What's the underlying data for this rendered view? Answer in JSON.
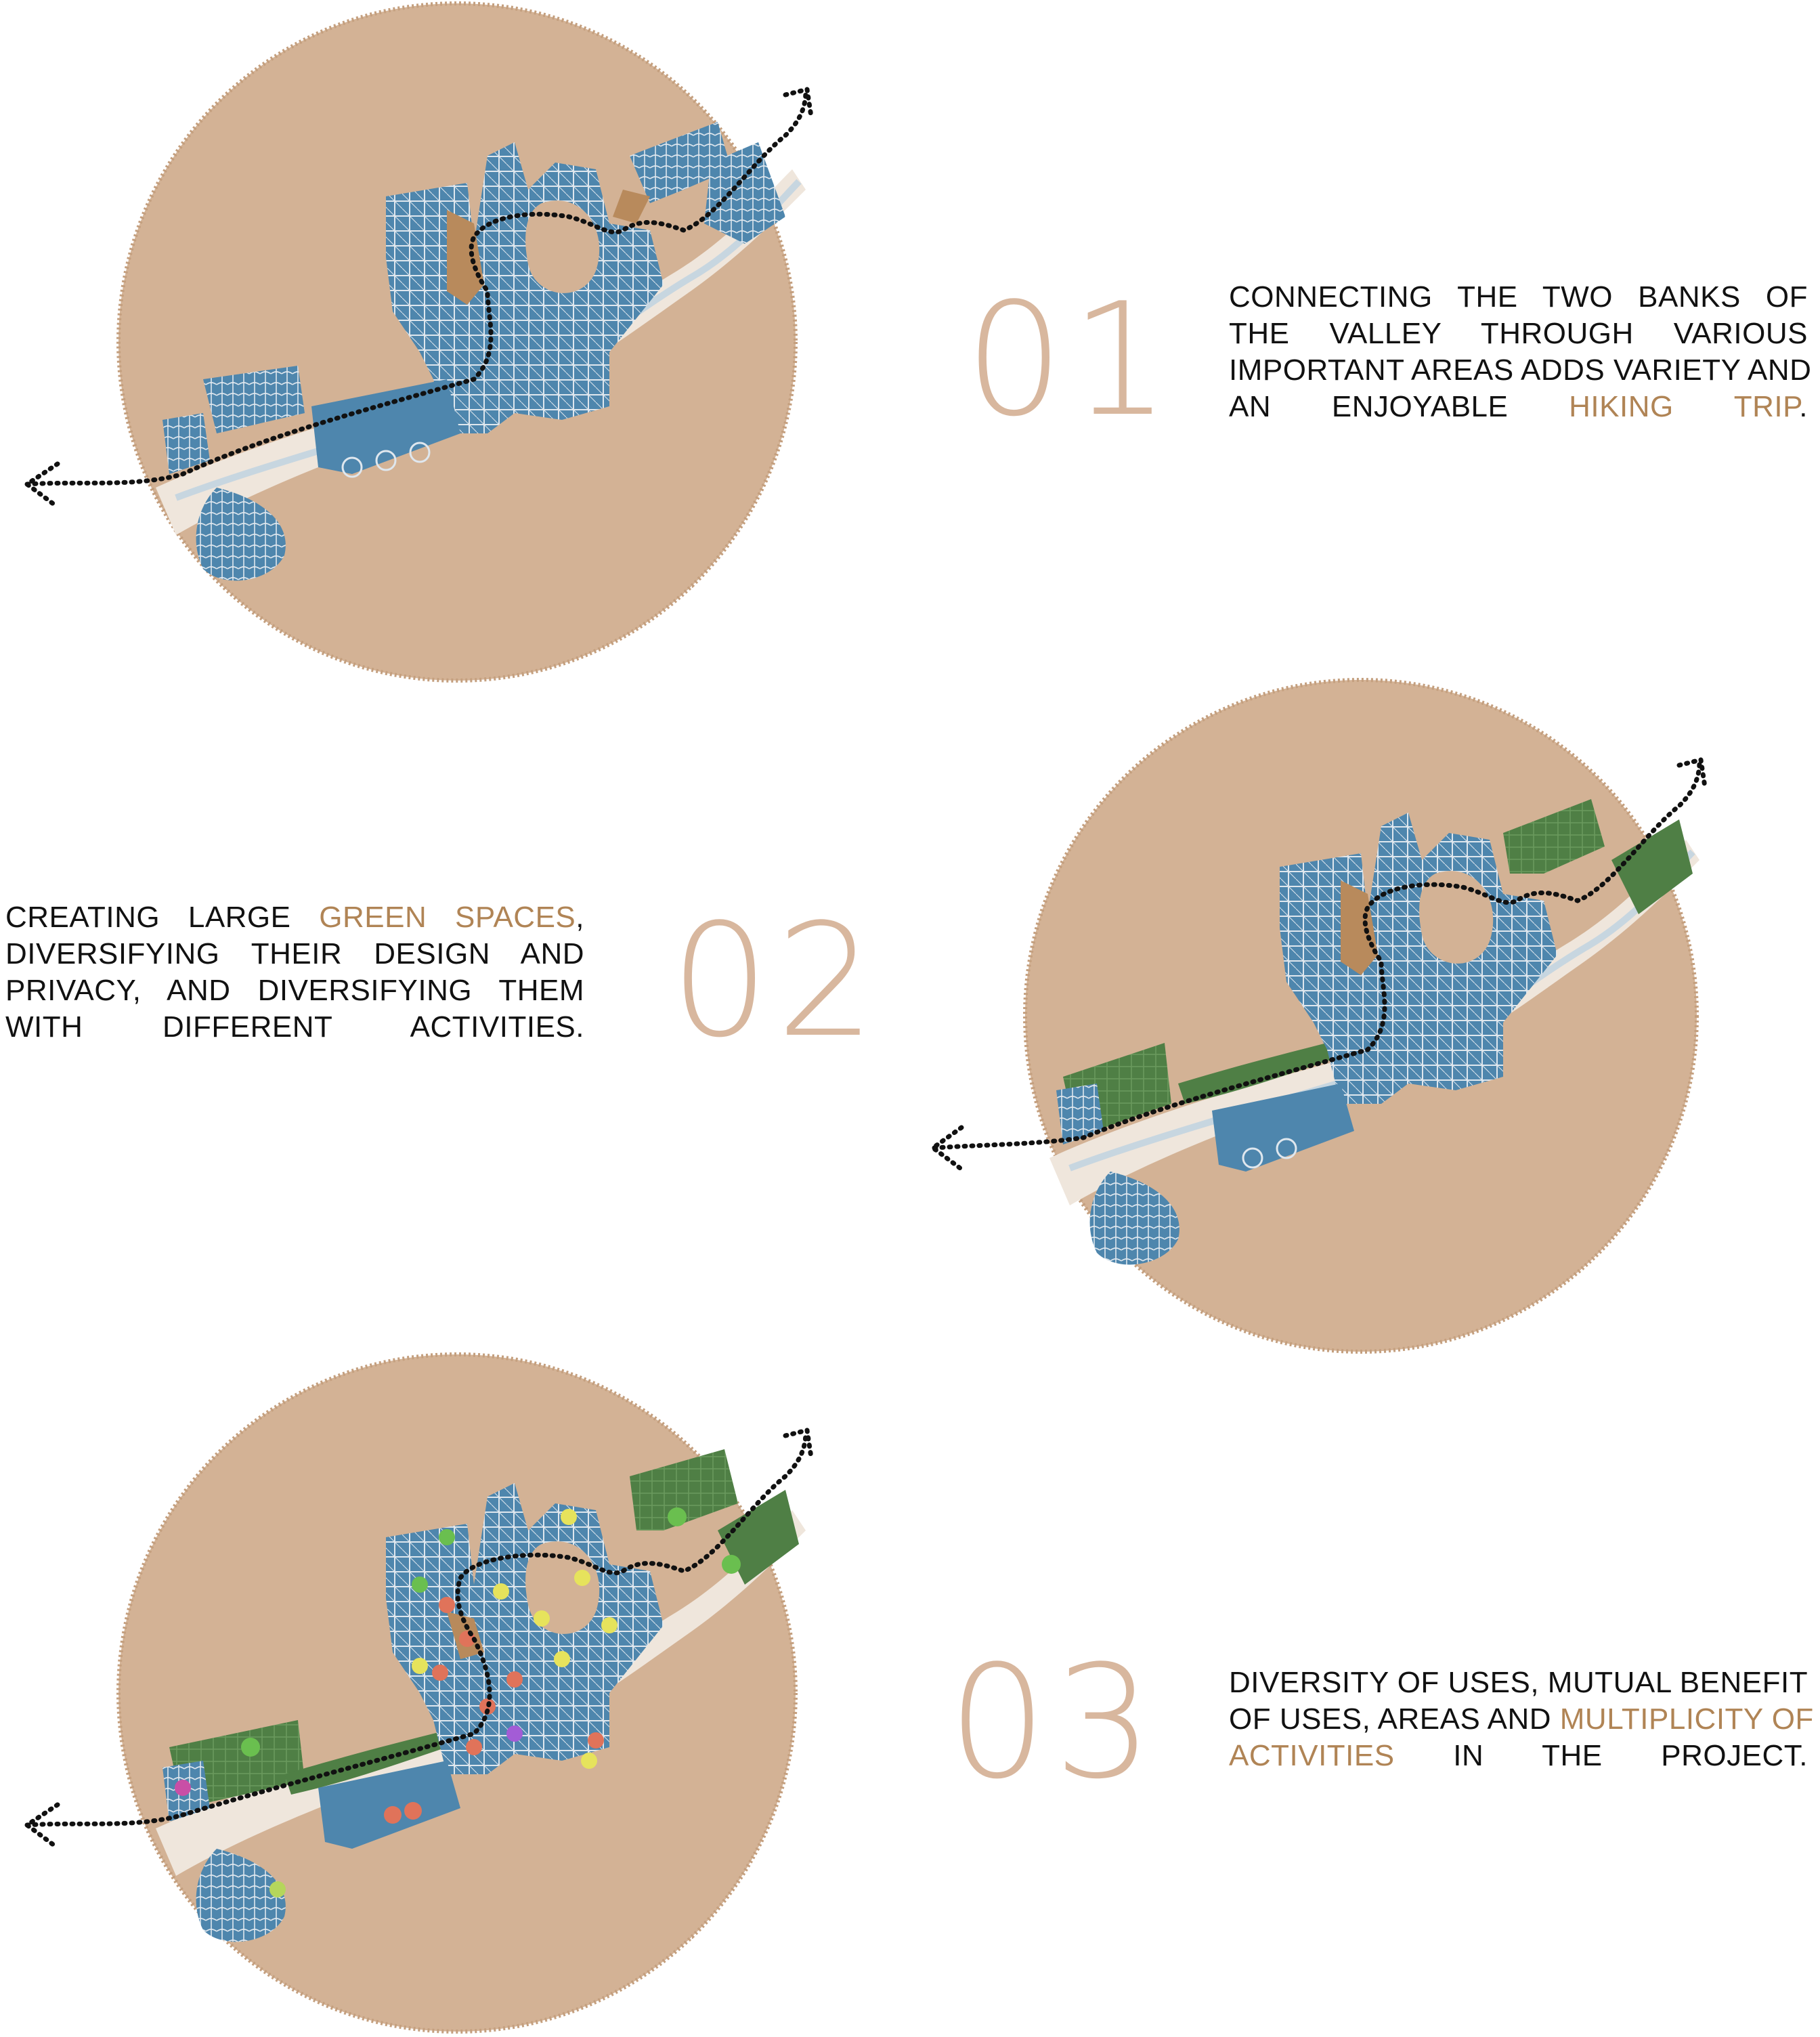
{
  "sections": [
    {
      "number": "01",
      "lines": [
        [
          {
            "t": "CONNECTING THE TWO BANKS OF",
            "h": false
          }
        ],
        [
          {
            "t": "THE VALLEY THROUGH VARIOUS",
            "h": false
          }
        ],
        [
          {
            "t": "IMPORTANT AREAS ADDS VARIETY AND",
            "h": false
          }
        ],
        [
          {
            "t": "AN ENJOYABLE ",
            "h": false
          },
          {
            "t": "HIKING TRIP",
            "h": true
          },
          {
            "t": ".",
            "h": false
          }
        ]
      ]
    },
    {
      "number": "02",
      "lines": [
        [
          {
            "t": "CREATING LARGE ",
            "h": false
          },
          {
            "t": "GREEN SPACES",
            "h": true
          },
          {
            "t": ",",
            "h": false
          }
        ],
        [
          {
            "t": "DIVERSIFYING THEIR DESIGN AND",
            "h": false
          }
        ],
        [
          {
            "t": "PRIVACY, AND DIVERSIFYING THEM",
            "h": false
          }
        ],
        [
          {
            "t": "WITH DIFFERENT ACTIVITIES.",
            "h": false
          }
        ]
      ]
    },
    {
      "number": "03",
      "lines": [
        [
          {
            "t": "DIVERSITY OF USES, MUTUAL BENEFIT",
            "h": false
          }
        ],
        [
          {
            "t": "OF USES, AREAS AND ",
            "h": false
          },
          {
            "t": "MULTIPLICITY OF",
            "h": true
          }
        ],
        [
          {
            "t": "ACTIVITIES",
            "h": true
          },
          {
            "t": " IN THE PROJECT.",
            "h": false
          }
        ]
      ]
    }
  ],
  "colors": {
    "circle": "#d3b295",
    "circle_edge": "#c49f7e",
    "map_blue": "#4e86ad",
    "street": "#dfe7ee",
    "green": "#4f7f45",
    "river_bank": "#efe6dc",
    "highlight_text": "#b08455",
    "number": "#d8b79e"
  }
}
